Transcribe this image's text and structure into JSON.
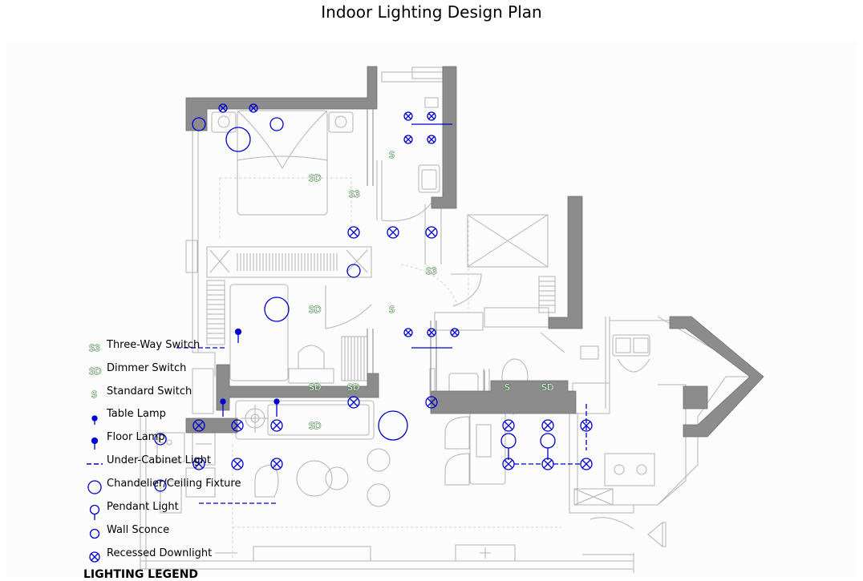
{
  "title": "Indoor Lighting Design Plan",
  "legend": {
    "title": "LIGHTING LEGEND",
    "items": [
      {
        "symbol": "S3",
        "label": "Three-Way Switch"
      },
      {
        "symbol": "SD",
        "label": "Dimmer Switch"
      },
      {
        "symbol": "S",
        "label": "Standard Switch"
      },
      {
        "symbol": "table-lamp-icon",
        "label": "Table Lamp"
      },
      {
        "symbol": "floor-lamp-icon",
        "label": "Floor Lamp"
      },
      {
        "symbol": "under-cabinet-line-icon",
        "label": "Under-Cabinet Light"
      },
      {
        "symbol": "ceiling-fixture-icon",
        "label": "Chandelier/Ceiling Fixture"
      },
      {
        "symbol": "pendant-icon",
        "label": "Pendant Light"
      },
      {
        "symbol": "wall-sconce-icon",
        "label": "Wall Sconce"
      },
      {
        "symbol": "recessed-downlight-icon",
        "label": "Recessed Downlight"
      }
    ]
  },
  "switch_labels": {
    "three_way": "S3",
    "dimmer": "SD",
    "standard": "S"
  },
  "colors": {
    "fixture": "#0000cc",
    "switch": "#1e6b1e",
    "wall": "#8c8c8c",
    "linework": "#b4b4b4"
  }
}
